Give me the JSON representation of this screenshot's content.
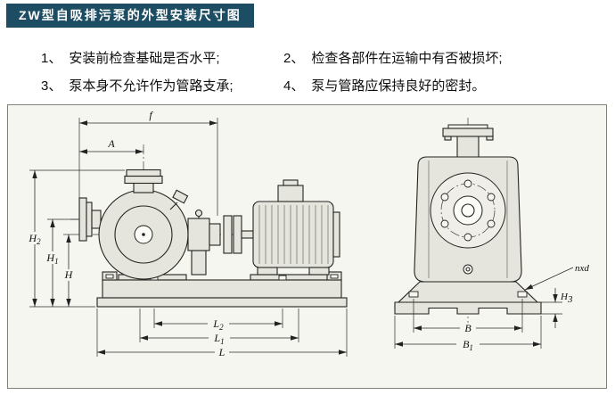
{
  "header": {
    "title": "ZW型自吸排污泵的外型安装尺寸图",
    "bg_color": "#1d4d62",
    "text_color": "#ffffff"
  },
  "notes": [
    {
      "number": "1、",
      "text": "安装前检查基础是否水平;"
    },
    {
      "number": "2、",
      "text": "检查各部件在运输中有否被损坏;"
    },
    {
      "number": "3、",
      "text": "泵本身不允许作为管路支承;"
    },
    {
      "number": "4、",
      "text": "泵与管路应保持良好的密封。"
    }
  ],
  "diagram": {
    "dim_labels": {
      "f": {
        "base": "f",
        "sub": ""
      },
      "A": {
        "base": "A",
        "sub": ""
      },
      "H2": {
        "base": "H",
        "sub": "2"
      },
      "H1": {
        "base": "H",
        "sub": "1"
      },
      "H": {
        "base": "H",
        "sub": ""
      },
      "L2": {
        "base": "L",
        "sub": "2"
      },
      "L1": {
        "base": "L",
        "sub": "1"
      },
      "L": {
        "base": "L",
        "sub": ""
      },
      "nxd": {
        "base": "nxd",
        "sub": ""
      },
      "B": {
        "base": "B",
        "sub": ""
      },
      "B1": {
        "base": "B",
        "sub": "1"
      },
      "H3": {
        "base": "H",
        "sub": "3"
      }
    }
  }
}
